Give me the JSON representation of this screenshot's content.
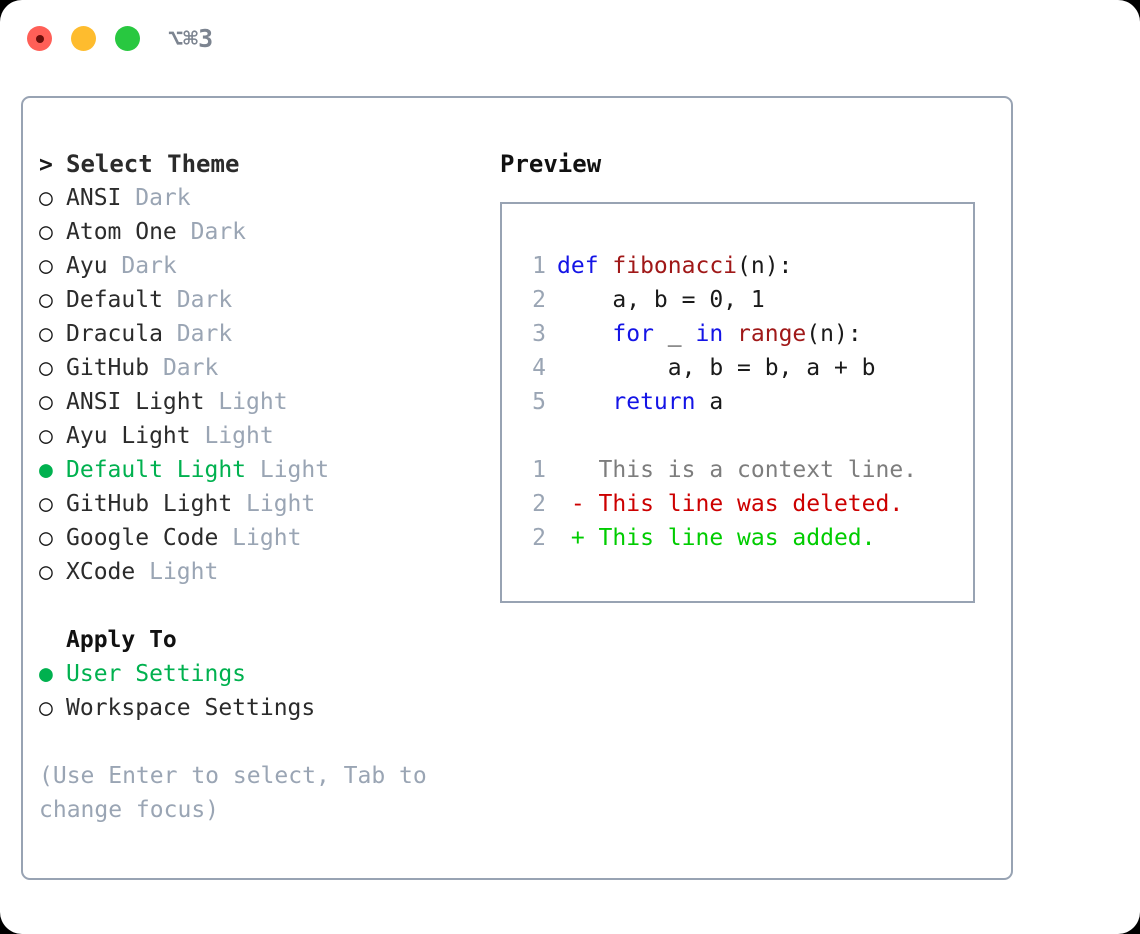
{
  "window": {
    "title": "⌥⌘3",
    "traffic_lights": [
      {
        "name": "close",
        "color": "#ff5f57"
      },
      {
        "name": "minimize",
        "color": "#febc2e"
      },
      {
        "name": "maximize",
        "color": "#28c840"
      }
    ]
  },
  "theme_picker": {
    "heading": "Select Theme",
    "heading_marker": ">",
    "marker_unselected": "○",
    "marker_selected": "●",
    "items": [
      {
        "label": "ANSI",
        "suffix": "Dark",
        "selected": false
      },
      {
        "label": "Atom One",
        "suffix": "Dark",
        "selected": false
      },
      {
        "label": "Ayu",
        "suffix": "Dark",
        "selected": false
      },
      {
        "label": "Default",
        "suffix": "Dark",
        "selected": false
      },
      {
        "label": "Dracula",
        "suffix": "Dark",
        "selected": false
      },
      {
        "label": "GitHub",
        "suffix": "Dark",
        "selected": false
      },
      {
        "label": "ANSI Light",
        "suffix": "Light",
        "selected": false
      },
      {
        "label": "Ayu Light",
        "suffix": "Light",
        "selected": false
      },
      {
        "label": "Default Light",
        "suffix": "Light",
        "selected": true
      },
      {
        "label": "GitHub Light",
        "suffix": "Light",
        "selected": false
      },
      {
        "label": "Google Code",
        "suffix": "Light",
        "selected": false
      },
      {
        "label": "XCode",
        "suffix": "Light",
        "selected": false
      }
    ]
  },
  "apply_to": {
    "heading": "Apply To",
    "items": [
      {
        "label": "User Settings",
        "selected": true
      },
      {
        "label": "Workspace Settings",
        "selected": false
      }
    ]
  },
  "hint": "(Use Enter to select, Tab to change focus)",
  "preview": {
    "title": "Preview",
    "code_lines": [
      {
        "lno": "1",
        "tokens": [
          {
            "t": "def ",
            "c": "kw"
          },
          {
            "t": "fibonacci",
            "c": "fn"
          },
          {
            "t": "(n):",
            "c": "txt"
          }
        ]
      },
      {
        "lno": "2",
        "tokens": [
          {
            "t": "    a, b = 0, 1",
            "c": "txt"
          }
        ]
      },
      {
        "lno": "3",
        "tokens": [
          {
            "t": "    ",
            "c": "txt"
          },
          {
            "t": "for",
            "c": "kw"
          },
          {
            "t": " _ ",
            "c": "txt"
          },
          {
            "t": "in",
            "c": "kw"
          },
          {
            "t": " ",
            "c": "txt"
          },
          {
            "t": "range",
            "c": "fn"
          },
          {
            "t": "(n):",
            "c": "txt"
          }
        ]
      },
      {
        "lno": "4",
        "tokens": [
          {
            "t": "        a, b = b, a + b",
            "c": "txt"
          }
        ]
      },
      {
        "lno": "5",
        "tokens": [
          {
            "t": "    ",
            "c": "txt"
          },
          {
            "t": "return",
            "c": "kw"
          },
          {
            "t": " a",
            "c": "txt"
          }
        ]
      }
    ],
    "diff_lines": [
      {
        "lno": "1",
        "tokens": [
          {
            "t": "   This is a context line.",
            "c": "ctx"
          }
        ]
      },
      {
        "lno": "2",
        "tokens": [
          {
            "t": " - This line was deleted.",
            "c": "del"
          }
        ]
      },
      {
        "lno": "2",
        "tokens": [
          {
            "t": " + This line was added.",
            "c": "add"
          }
        ]
      }
    ]
  },
  "colors": {
    "selected_green": "#00b14f",
    "diff_added": "#00cc00",
    "diff_deleted": "#cc0000",
    "keyword_blue": "#1414e6",
    "function_red": "#a01818",
    "muted": "#9aa5b4",
    "border": "#98a3b3"
  }
}
